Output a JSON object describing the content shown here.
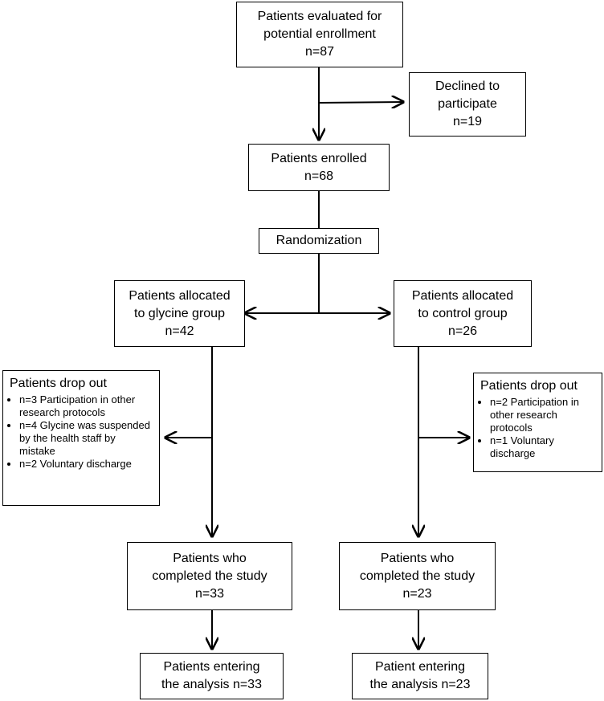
{
  "boxes": {
    "evaluated": {
      "lines": [
        "Patients evaluated for",
        "potential enrollment",
        "n=87"
      ]
    },
    "declined": {
      "lines": [
        "Declined to",
        "participate",
        "n=19"
      ]
    },
    "enrolled": {
      "lines": [
        "Patients enrolled",
        "n=68"
      ]
    },
    "randomization": {
      "lines": [
        "Randomization"
      ]
    },
    "glycine": {
      "lines": [
        "Patients allocated",
        "to glycine group",
        "n=42"
      ]
    },
    "control": {
      "lines": [
        "Patients allocated",
        "to control group",
        "n=26"
      ]
    },
    "completed_glycine": {
      "lines": [
        "Patients who",
        "completed the study",
        "n=33"
      ]
    },
    "completed_control": {
      "lines": [
        "Patients who",
        "completed the study",
        "n=23"
      ]
    },
    "analysis_glycine": {
      "lines": [
        "Patients entering",
        "the analysis n=33"
      ]
    },
    "analysis_control": {
      "lines": [
        "Patient entering",
        "the analysis n=23"
      ]
    }
  },
  "dropouts": {
    "glycine": {
      "title": "Patients drop out",
      "items": [
        "n=3 Participation in other research protocols",
        "n=4 Glycine was suspended by the health staff by mistake",
        "n=2 Voluntary discharge"
      ]
    },
    "control": {
      "title": "Patients drop out",
      "items": [
        "n=2 Participation in other research protocols",
        "n=1 Voluntary discharge"
      ]
    }
  }
}
